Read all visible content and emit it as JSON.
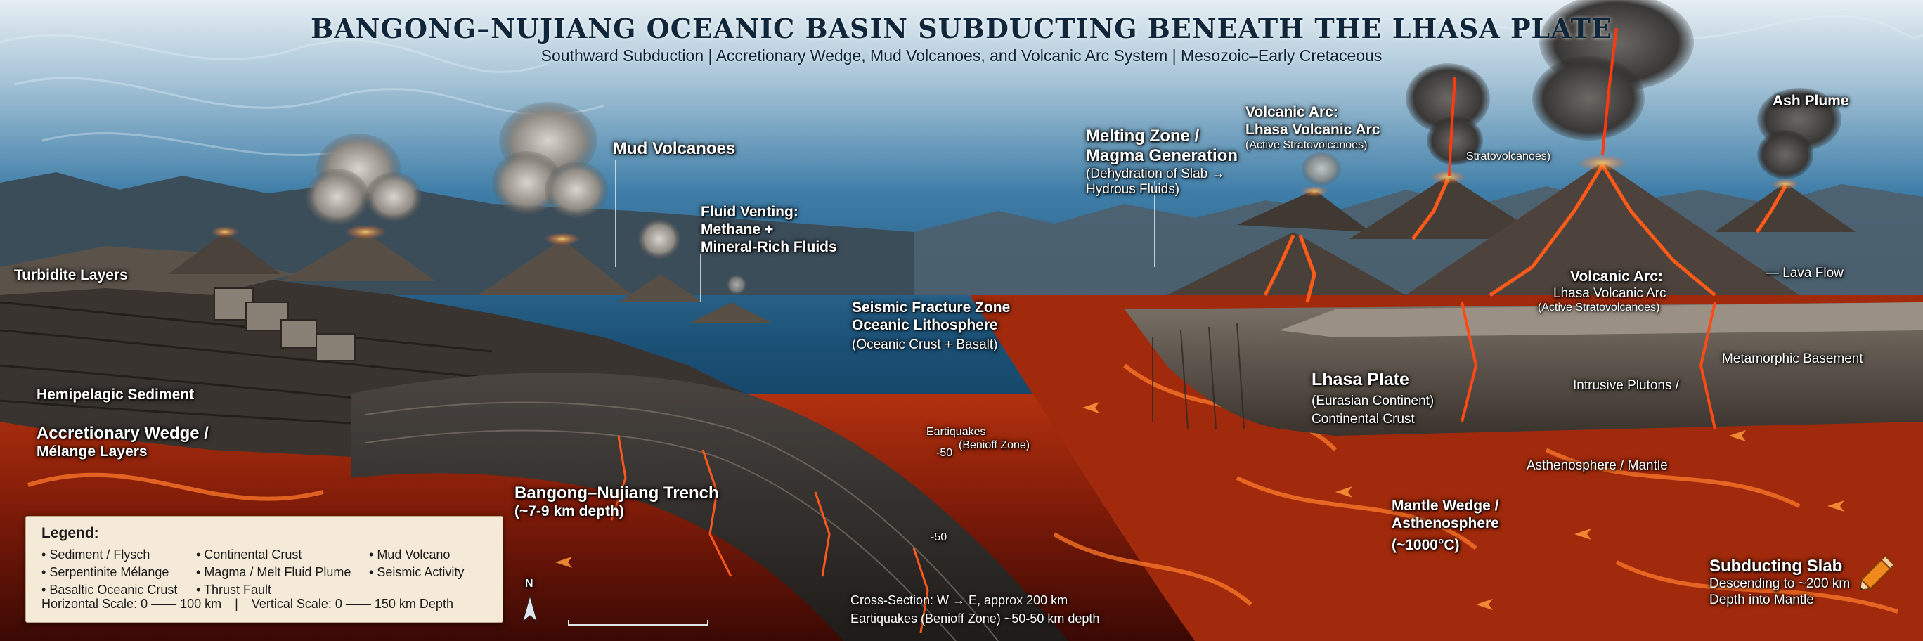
{
  "title": "BANGONG–NUJIANG OCEANIC BASIN SUBDUCTING BENEATH THE LHASA PLATE",
  "subtitle": "Southward Subduction  |  Accretionary Wedge, Mud Volcanoes, and Volcanic Arc System  |  Mesozoic–Early Cretaceous",
  "labels": {
    "turbidite": "Turbidite Layers",
    "hemipelagic": "Hemipelagic Sediment",
    "accretionary_1": "Accretionary Wedge /",
    "accretionary_2": "Mélange Layers",
    "mud_volcanoes": "Mud Volcanoes",
    "fluid_1": "Fluid Venting:",
    "fluid_2": "Methane +",
    "fluid_3": "Mineral-Rich Fluids",
    "seismic_1": "Seismic Fracture Zone",
    "seismic_2": "Oceanic Lithosphere",
    "seismic_3": "(Oceanic Crust + Basalt)",
    "melting_1": "Melting Zone /",
    "melting_2": "Magma Generation",
    "melting_3": "(Dehydration of Slab →",
    "melting_4": "Hydrous Fluids)",
    "arc_top_1": "Volcanic Arc:",
    "arc_top_2": "Lhasa Volcanic Arc",
    "arc_top_3": "(Active Stratovolcanoes)",
    "stratovolcanoes": "Stratovolcanoes)",
    "ash_plume": "Ash Plume",
    "lava_flow": "— Lava Flow",
    "arc_mid_1": "Volcanic Arc:",
    "arc_mid_2": "Lhasa Volcanic Arc",
    "arc_mid_3": "(Active Stratovolcanoes)",
    "metamorphic": "Metamorphic Basement",
    "intrusive": "Intrusive Plutons /",
    "lhasa_1": "Lhasa Plate",
    "lhasa_2": "(Eurasian Continent)",
    "lhasa_3": "Continental Crust",
    "asthenosphere": "Asthenosphere / Mantle",
    "wedge_1": "Mantle Wedge /",
    "wedge_2": "Asthenosphere",
    "wedge_3": "(~1000°C)",
    "trench_1": "Bangong–Nujiang Trench",
    "trench_2": "(~7-9 km depth)",
    "eq_1": "Eartiquakes",
    "eq_2": "(Benioff Zone)",
    "depth_50a": "-50",
    "depth_50b": "-50",
    "subducting_1": "Subducting Slab",
    "subducting_2": "Descending to ~200 km",
    "subducting_3": "Depth into Mantle",
    "cross_section": "Cross-Section: W → E, approx 200 km",
    "eq_bottom": "Eartiquakes (Benioff Zone) ~50-50 km depth",
    "compass_n": "N"
  },
  "legend": {
    "title": "Legend:",
    "col1": [
      "Sediment / Flysch",
      "Serpentinite Mélange",
      "Basaltic Oceanic Crust"
    ],
    "col2": [
      "Continental Crust",
      "Magma / Melt Fluid Plume",
      "Thrust Fault"
    ],
    "col3": [
      "Mud Volcano",
      "Seismic Activity"
    ],
    "horizontal_scale": "Horizontal Scale: 0 —— 100 km",
    "separator": "|",
    "vertical_scale": "Vertical Scale: 0 —— 150 km Depth"
  },
  "colors": {
    "ocean_top": "#dfe8ee",
    "ocean_deep": "#0e3a5a",
    "crust_dark": "#2a2623",
    "magma": "#e0441a",
    "magma_bright": "#ffb040",
    "legend_bg": "#f4ead7"
  },
  "icons": [
    "compass-arrow-icon",
    "scale-bar-icon",
    "pencil-icon"
  ]
}
